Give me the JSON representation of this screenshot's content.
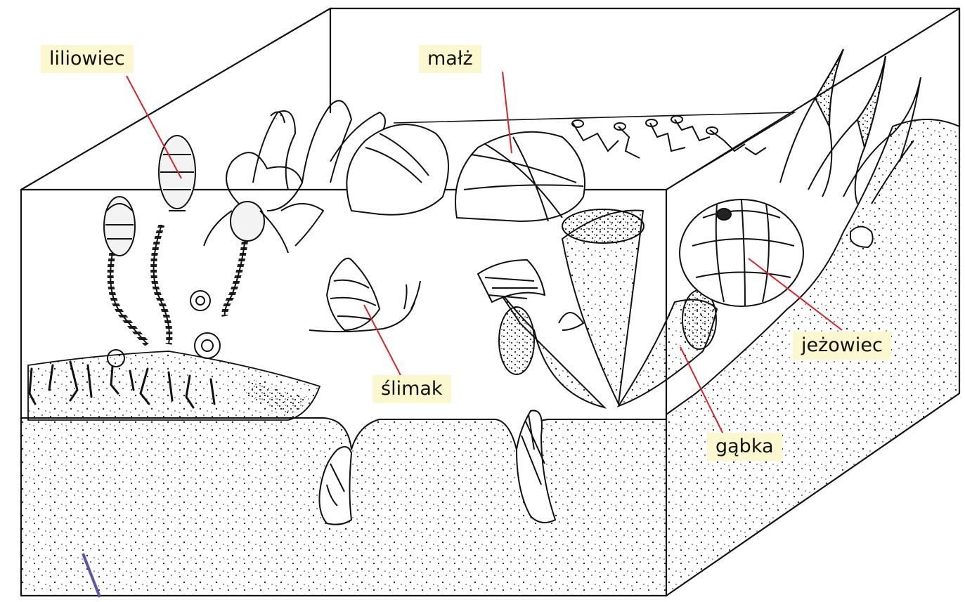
{
  "labels": {
    "crinoid": "liliowiec",
    "bivalve": "małż",
    "snail": "ślimak",
    "sea_urchin": "jeżowiec",
    "sponge": "gąbka"
  },
  "colors": {
    "label_background": "#fbf7cf",
    "leader_line": "#d8232a",
    "ink": "#111111",
    "scale_mark": "#5b57a6"
  }
}
